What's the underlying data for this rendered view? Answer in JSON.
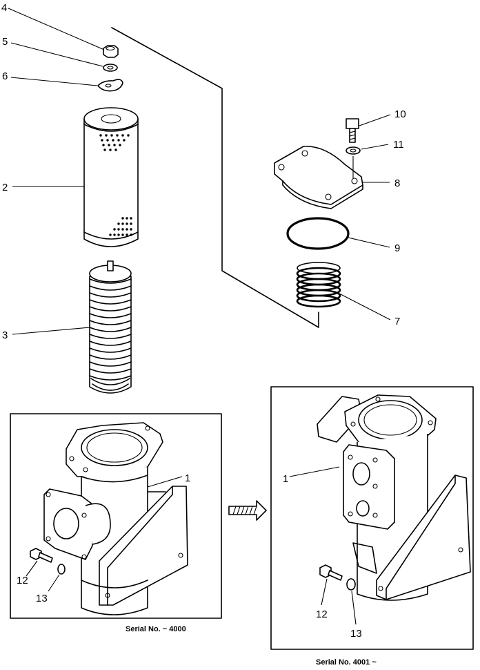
{
  "callouts": {
    "n1": "1",
    "n1b": "1",
    "n2": "2",
    "n3": "3",
    "n4": "4",
    "n5": "5",
    "n6": "6",
    "n7": "7",
    "n8": "8",
    "n9": "9",
    "n10": "10",
    "n11": "11",
    "n12": "12",
    "n13": "13",
    "n12b": "12",
    "n13b": "13"
  },
  "serials": {
    "left": "Serial No.  ~ 4000",
    "right": "Serial No.  4001 ~"
  }
}
